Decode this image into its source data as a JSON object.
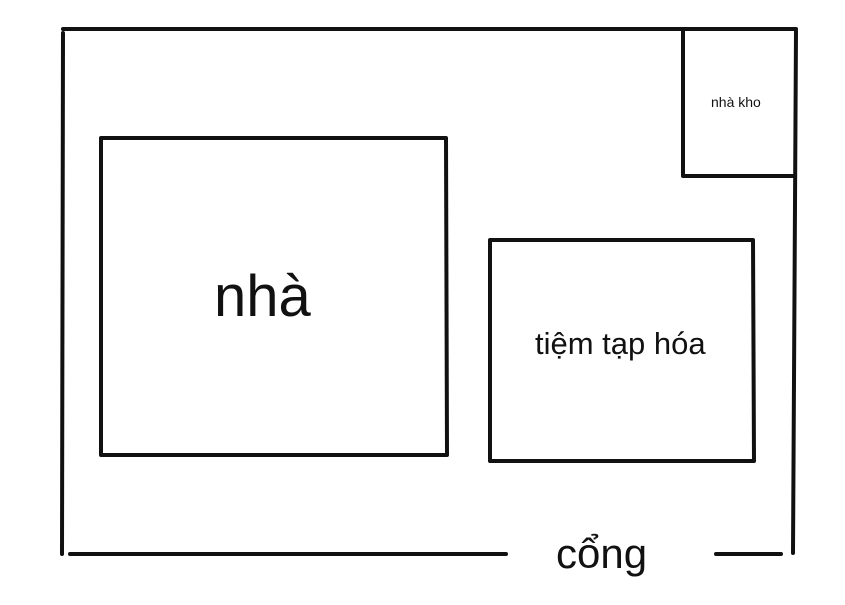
{
  "diagram": {
    "labels": {
      "house": "nhà",
      "shop": "tiệm tạp hóa",
      "warehouse": "nhà kho",
      "gate": "cổng"
    }
  }
}
